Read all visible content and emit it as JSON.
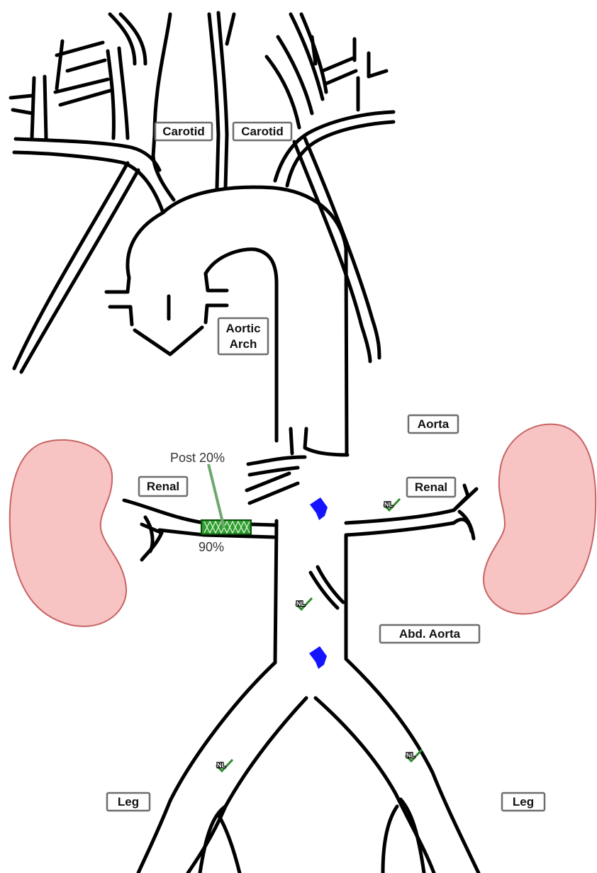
{
  "labels": {
    "carotid_left": "Carotid",
    "carotid_right": "Carotid",
    "aortic_arch_line1": "Aortic",
    "aortic_arch_line2": "Arch",
    "aorta": "Aorta",
    "renal_left": "Renal",
    "renal_right": "Renal",
    "abd_aorta": "Abd. Aorta",
    "leg_left": "Leg",
    "leg_right": "Leg"
  },
  "annotations": {
    "stenosis_post": "Post 20%",
    "stenosis_pre": "90%"
  },
  "markers": {
    "nl": "NL"
  },
  "colors": {
    "vessel": "#000000",
    "kidney_fill": "#f7c3c3",
    "kidney_stroke": "#c86464",
    "stent": "#1f8a1f",
    "flow_arrow": "#1414ff",
    "label_border": "#6e6e6e",
    "nl_marker": "#2e8b2e"
  },
  "icons": {
    "flow_arrow": "blue-flow-arrow-icon",
    "nl_marker": "green-checkmark-icon",
    "stent": "stent-mesh-icon"
  }
}
